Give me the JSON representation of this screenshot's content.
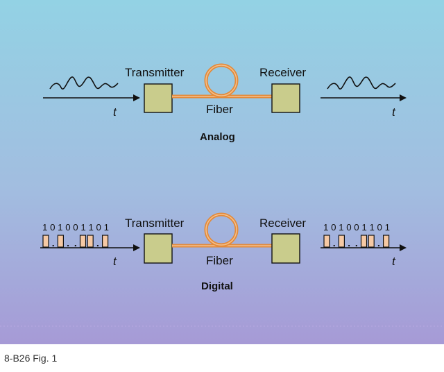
{
  "colors": {
    "bg_top": "#93d2e4",
    "bg_bottom": "#a69ad6",
    "box_fill": "#c9cc8c",
    "fiber": "#e38a3a",
    "pulse_fill": "#f6c9a4",
    "line": "#111111"
  },
  "analog": {
    "transmitter_label": "Transmitter",
    "receiver_label": "Receiver",
    "fiber_label": "Fiber",
    "in_axis_label": "t",
    "out_axis_label": "t",
    "section_label": "Analog"
  },
  "digital": {
    "transmitter_label": "Transmitter",
    "receiver_label": "Receiver",
    "fiber_label": "Fiber",
    "in_axis_label": "t",
    "out_axis_label": "t",
    "in_bits": "1 0 1 0 0 1 1 0 1",
    "out_bits": "1 0 1 0 0 1 1 0 1",
    "bit_pattern": [
      1,
      0,
      1,
      0,
      0,
      1,
      1,
      0,
      1
    ],
    "section_label": "Digital"
  },
  "caption": "8-B26  Fig. 1"
}
